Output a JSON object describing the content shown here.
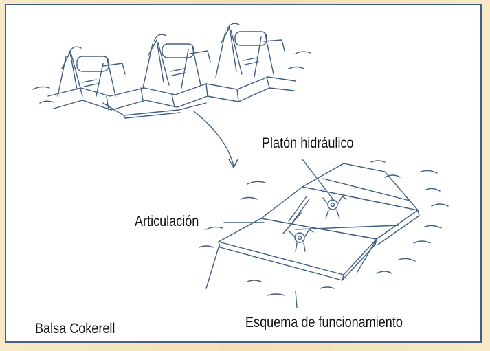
{
  "figure": {
    "labels": {
      "platon": "Platón hidráulico",
      "articulacion": "Articulación",
      "balsa": "Balsa Cokerell",
      "esquema": "Esquema de funcionamiento"
    },
    "colors": {
      "background": "#f6e6c4",
      "frame_border": "#40608a",
      "line_art": "#3f5d85",
      "panel": "#ffffff"
    }
  }
}
